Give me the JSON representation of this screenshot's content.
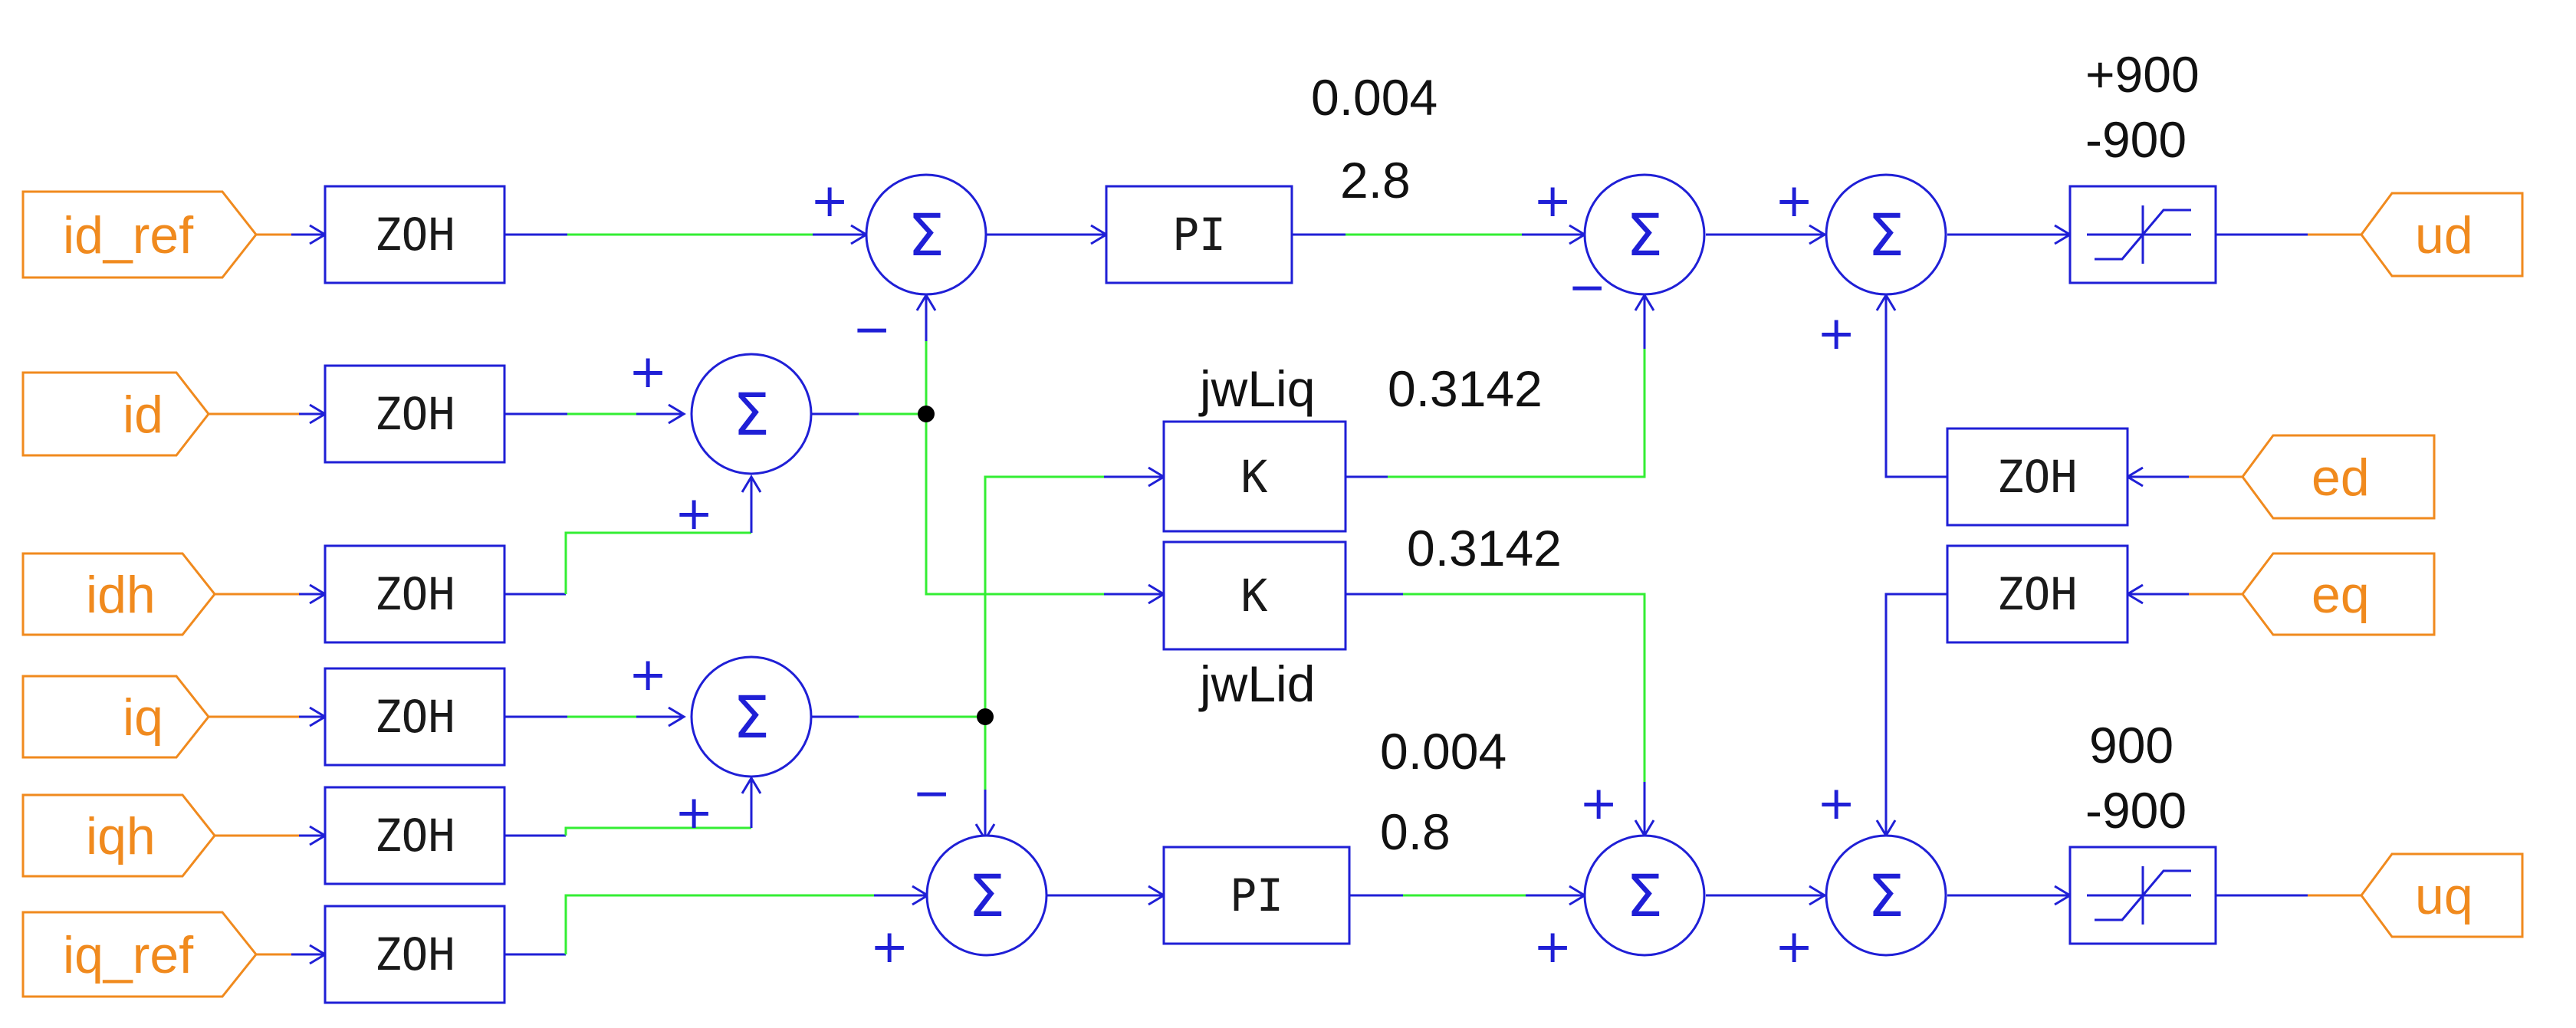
{
  "inputs": {
    "id_ref": "id_ref",
    "id": "id",
    "idh": "idh",
    "iq": "iq",
    "iqh": "iqh",
    "iq_ref": "iq_ref",
    "ed": "ed",
    "eq": "eq"
  },
  "outputs": {
    "ud": "ud",
    "uq": "uq"
  },
  "blocks": {
    "zoh": "ZOH",
    "pi": "PI",
    "gain": "K",
    "sum_symbol": "Σ"
  },
  "signs": {
    "plus": "+",
    "minus": "−"
  },
  "params": {
    "pi_d_line1": "0.004",
    "pi_d_line2": "2.8",
    "pi_q_line1": "0.004",
    "pi_q_line2": "0.8",
    "gain_top_name": "jwLiq",
    "gain_top_value": "0.3142",
    "gain_bottom_name": "jwLid",
    "gain_bottom_value": "0.3142",
    "lim_d_upper": "+900",
    "lim_d_lower": "-900",
    "lim_q_upper": "900",
    "lim_q_lower": "-900"
  },
  "colors": {
    "wire_green": "#33ee33",
    "block_blue": "#1f1fd6",
    "port_orange": "#f08a1e"
  }
}
